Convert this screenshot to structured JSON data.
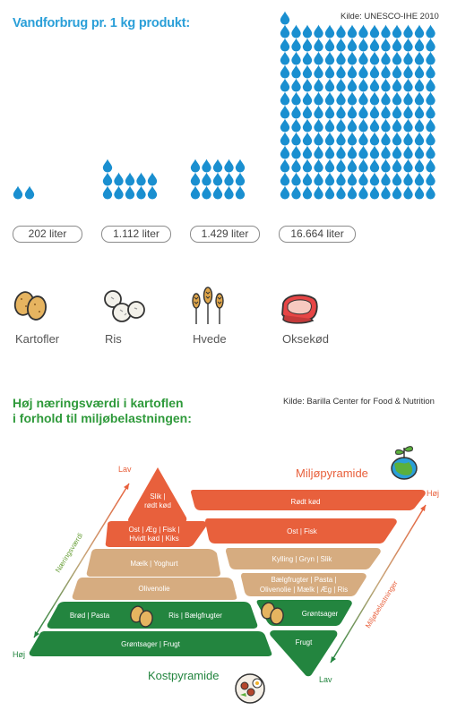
{
  "water": {
    "title": "Vandforbrug pr. 1 kg produkt:",
    "source": "Kilde: UNESCO-IHE 2010",
    "items": [
      {
        "name": "Kartofler",
        "liters_label": "202 liter",
        "liters": 202
      },
      {
        "name": "Ris",
        "liters_label": "1.112 liter",
        "liters": 1112
      },
      {
        "name": "Hvede",
        "liters_label": "1.429 liter",
        "liters": 1429
      },
      {
        "name": "Oksekød",
        "liters_label": "16.664 liter",
        "liters": 16664
      }
    ]
  },
  "pyramid": {
    "title_line1": "Høj næringsværdi i kartoflen",
    "title_line2": "i forhold til miljøbelastningen:",
    "source": "Kilde: Barilla Center for Food & Nutrition",
    "env_title": "Miljøpyramide",
    "cost_title": "Kostpyramide",
    "left_axis": {
      "top": "Lav",
      "bottom": "Høj",
      "label": "Næringsværdi"
    },
    "right_axis": {
      "top": "Høj",
      "bottom": "Lav",
      "label": "Miljøbelastninger"
    },
    "cost_levels": {
      "l1a": "Slik |",
      "l1b": "rødt kød",
      "l2a": "Ost | Æg | Fisk |",
      "l2b": "Hvidt kød | Kiks",
      "l3": "Mælk | Yoghurt",
      "l4": "Olivenolie",
      "l5a": "Brød | Pasta",
      "l5b": "Ris | Bælgfrugter",
      "l6": "Grøntsager | Frugt"
    },
    "env_levels": {
      "l1": "Rødt kød",
      "l2": "Ost | Fisk",
      "l3": "Kylling | Gryn | Slik",
      "l4a": "Bælgfrugter | Pasta |",
      "l4b": "Olivenolie | Mælk | Æg | Ris",
      "l5": "Grøntsager",
      "l6": "Frugt"
    },
    "colors": {
      "red": "#e8603c",
      "tan": "#d6ac80",
      "green": "#23853f",
      "blue": "#1a8fd0"
    }
  }
}
